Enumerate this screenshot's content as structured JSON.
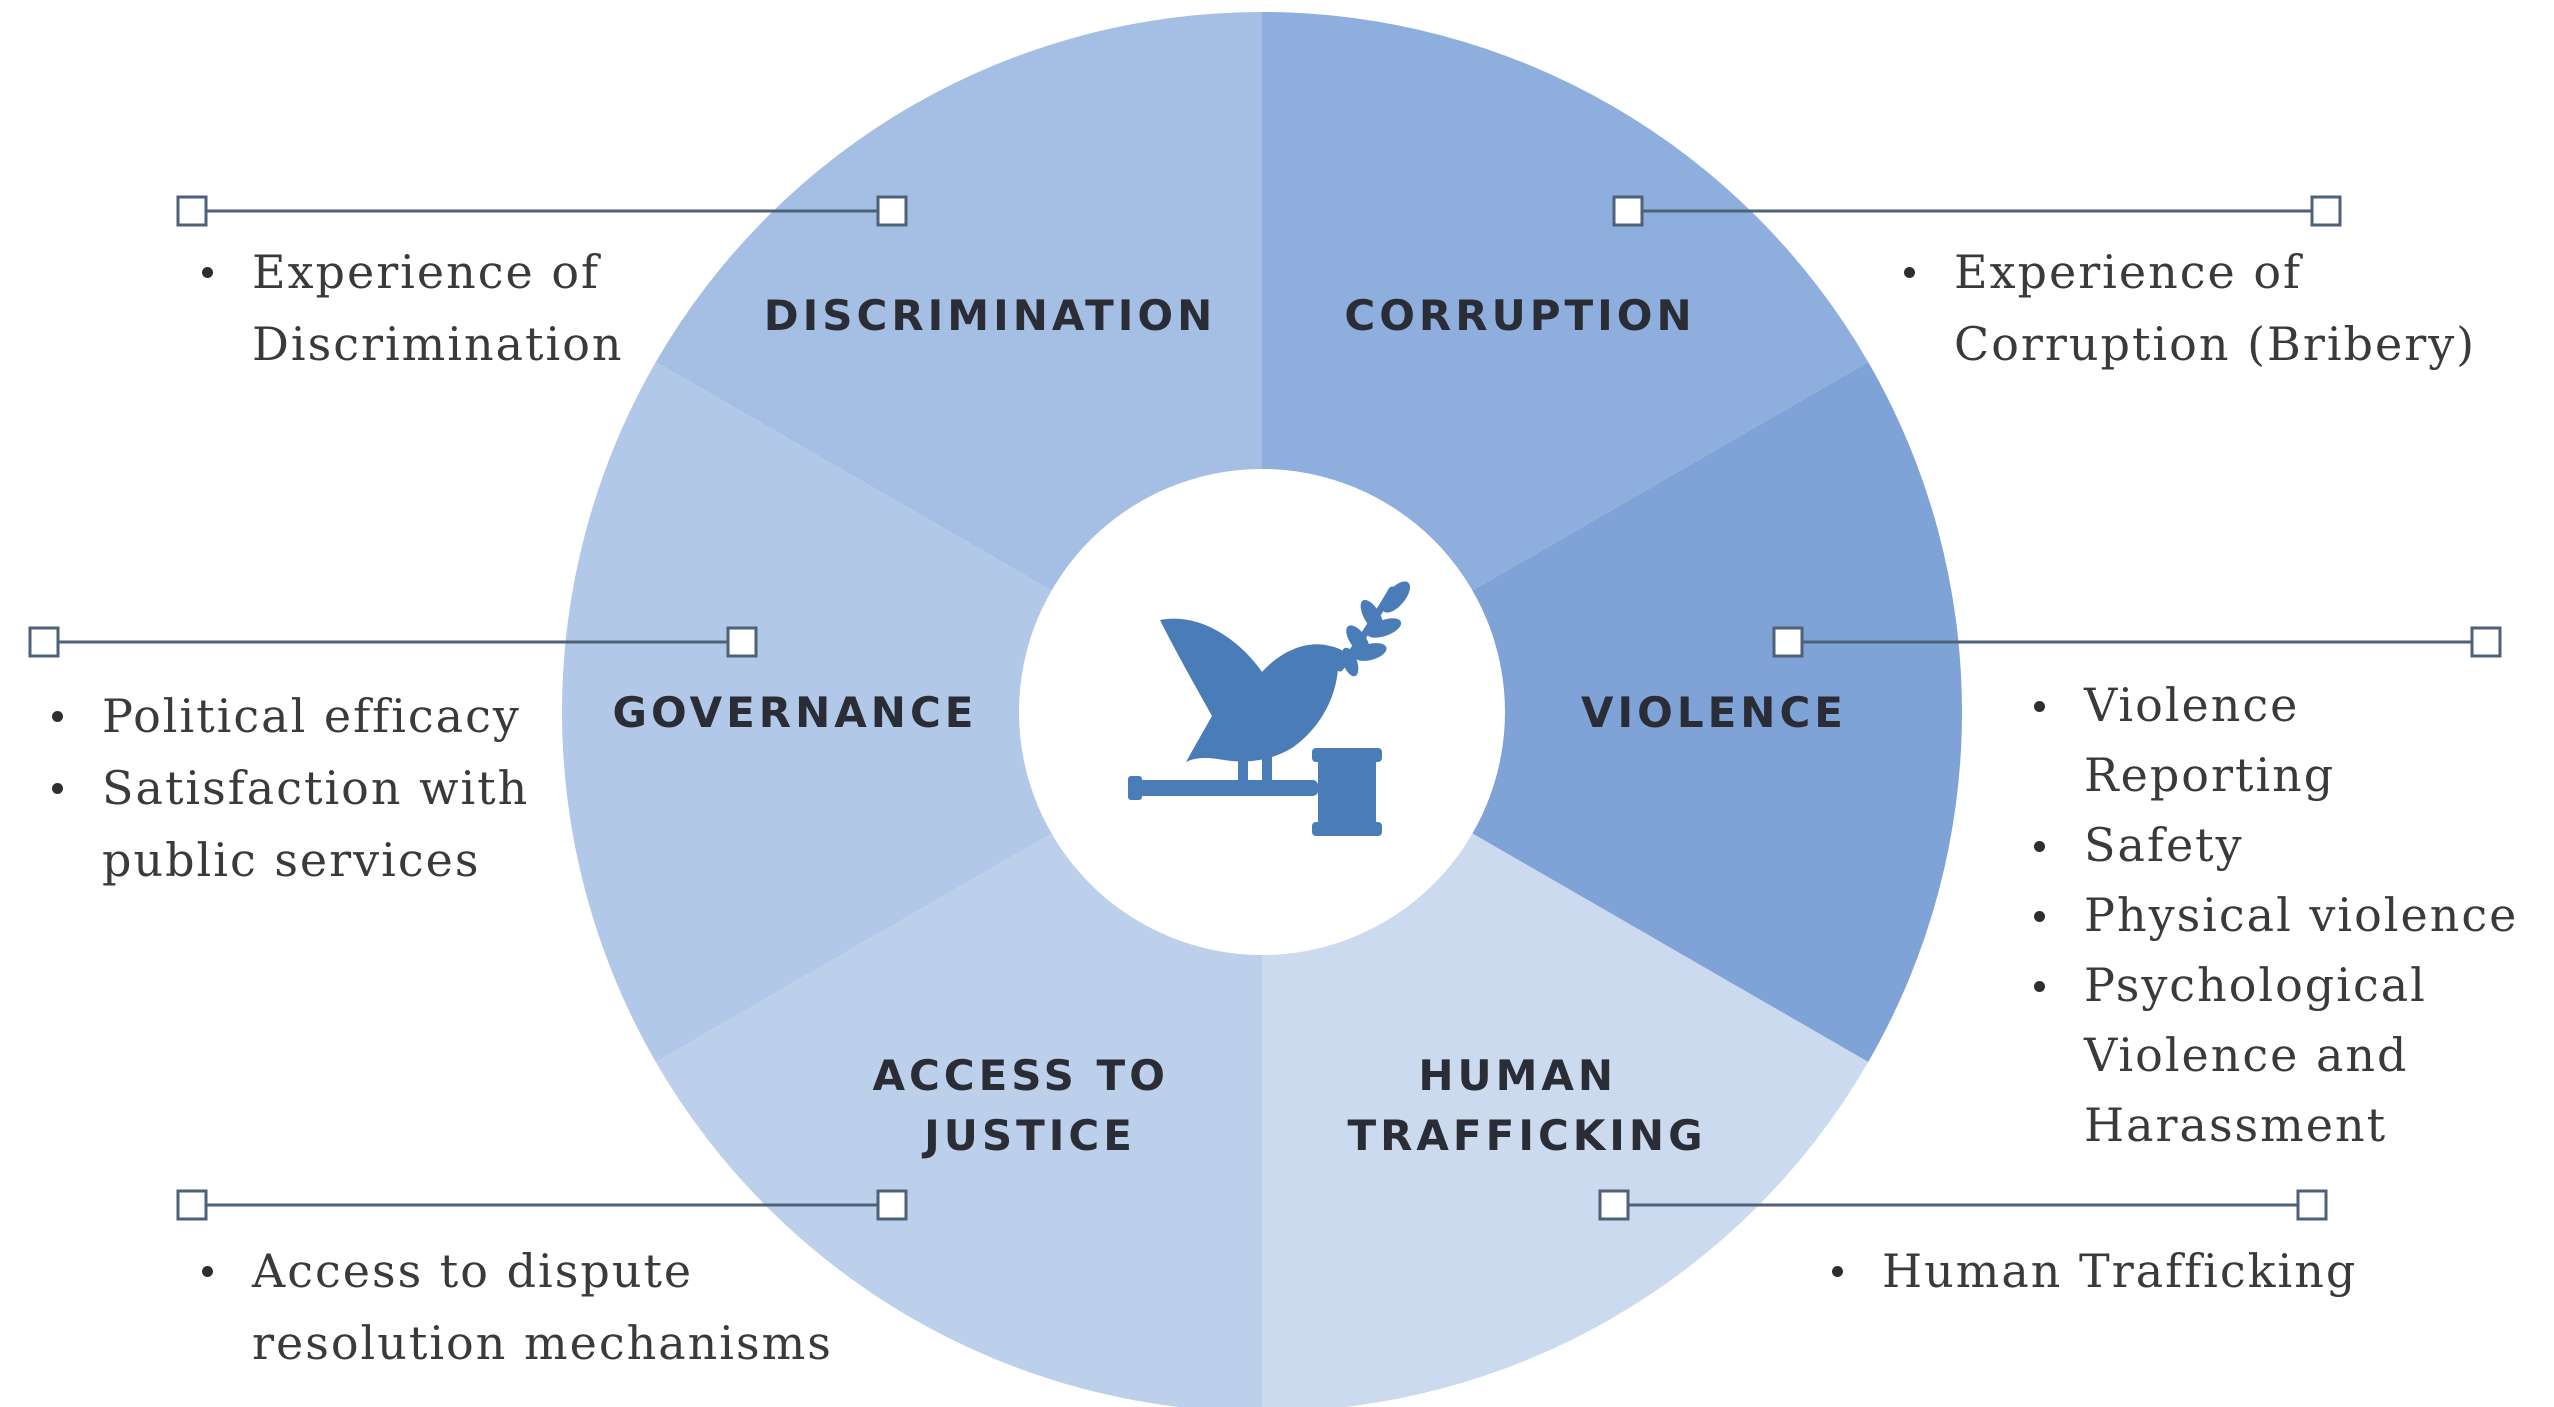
{
  "segments": [
    {
      "id": "discrimination",
      "label_lines": [
        "DISCRIMINATION"
      ],
      "color": "#a5bfe4"
    },
    {
      "id": "corruption",
      "label_lines": [
        "CORRUPTION"
      ],
      "color": "#8eaedd"
    },
    {
      "id": "violence",
      "label_lines": [
        "VIOLENCE"
      ],
      "color": "#7fa3d6"
    },
    {
      "id": "human-trafficking",
      "label_lines": [
        "HUMAN",
        "TRAFFICKING"
      ],
      "color": "#cbdaee"
    },
    {
      "id": "access-to-justice",
      "label_lines": [
        "ACCESS TO",
        "JUSTICE"
      ],
      "color": "#bcd0ec"
    },
    {
      "id": "governance",
      "label_lines": [
        "GOVERNANCE"
      ],
      "color": "#b2c8e8"
    }
  ],
  "indicators": {
    "discrimination": [
      "Experience of Discrimination"
    ],
    "corruption": [
      "Experience of Corruption (Bribery)"
    ],
    "violence": [
      "Violence Reporting",
      "Safety",
      "Physical violence",
      "Psychological Violence and Harassment"
    ],
    "human_trafficking": [
      "Human Trafficking"
    ],
    "access_to_justice": [
      "Access to dispute resolution mechanisms"
    ],
    "governance": [
      "Political efficacy",
      "Satisfaction with public services"
    ]
  },
  "center_icon": "dove-with-olive-branch-and-gavel-icon",
  "colors": {
    "connector": "#4d6178",
    "icon": "#4a7db8",
    "label_text": "#2a2d36",
    "bullet_text": "#3a3a3a"
  }
}
